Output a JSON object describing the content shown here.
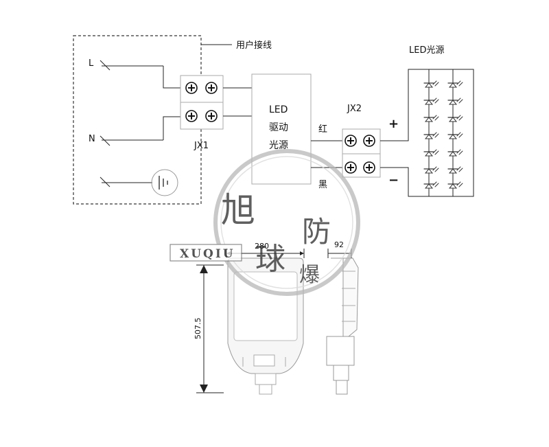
{
  "wiring": {
    "user_wiring_label": "用户接线",
    "terminal_L": "L",
    "terminal_N": "N",
    "jx1_label": "JX1",
    "jx2_label": "JX2",
    "driver_line1": "LED",
    "driver_line2": "驱动",
    "driver_line3": "光源",
    "wire_red": "红",
    "wire_black": "黑",
    "plus_sign": "+",
    "minus_sign": "−",
    "led_source_label": "LED光源"
  },
  "dimensions": {
    "width_front": "280",
    "width_side": "92",
    "height": "507.5"
  },
  "watermark": {
    "char1": "旭",
    "char2": "球",
    "char3": "防",
    "char4": "爆",
    "brand": "XUQIU"
  }
}
